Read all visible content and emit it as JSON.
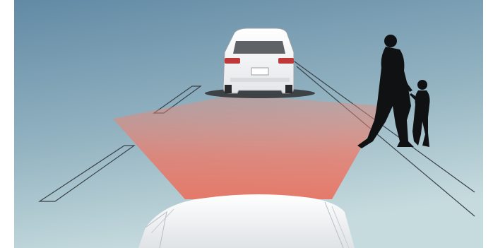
{
  "scene": {
    "subject": "forward-collision-pedestrian-detection-illustration",
    "colors": {
      "sky_top": "#6a8fa8",
      "sky_bottom": "#b7d0d8",
      "detection_zone": "#ef6f5a",
      "vehicle_body": "#f3f4f5",
      "silhouette": "#111111",
      "lane_lines": "#333a40"
    },
    "elements": [
      "lead-car",
      "pedestrian-adult",
      "pedestrian-child",
      "detection-zone",
      "ego-car-hood",
      "lane-markings"
    ]
  }
}
